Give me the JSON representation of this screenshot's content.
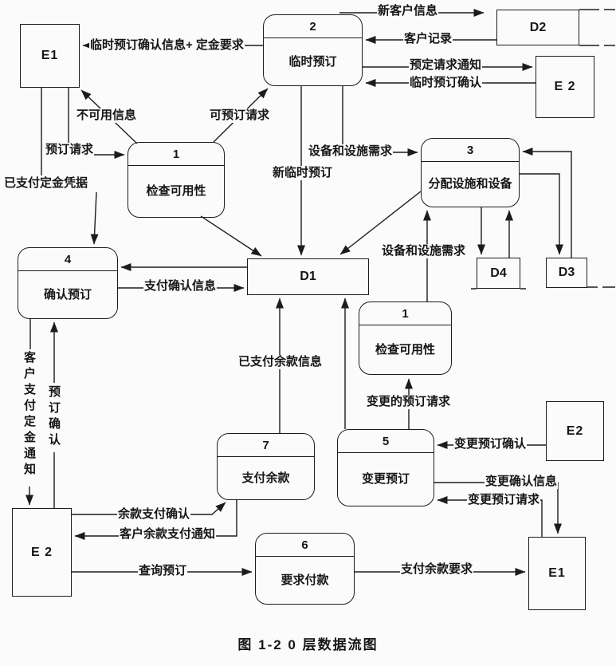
{
  "caption": "图 1-2  0 层数据流图",
  "colors": {
    "line": "#1c1c1c",
    "background": "#fbfbfb",
    "text": "#161616"
  },
  "processes": {
    "p1a": {
      "number": "1",
      "label": "检查可用性"
    },
    "p1b": {
      "number": "1",
      "label": "检查可用性"
    },
    "p2": {
      "number": "2",
      "label": "临时预订"
    },
    "p3": {
      "number": "3",
      "label": "分配设施和设备"
    },
    "p4": {
      "number": "4",
      "label": "确认预订"
    },
    "p5": {
      "number": "5",
      "label": "变更预订"
    },
    "p6": {
      "number": "6",
      "label": "要求付款"
    },
    "p7": {
      "number": "7",
      "label": "支付余款"
    }
  },
  "external_entities": {
    "e1_top": {
      "label": "E1"
    },
    "e2_top": {
      "label": "E 2"
    },
    "e2_bottom_left": {
      "label": "E 2"
    },
    "e2_bottom_right": {
      "label": "E2"
    },
    "e1_bottom_right": {
      "label": "E1"
    }
  },
  "data_stores": {
    "d1": {
      "label": "D1"
    },
    "d2": {
      "label": "D2"
    },
    "d3": {
      "label": "D3"
    },
    "d4": {
      "label": "D4"
    }
  },
  "flow_labels": {
    "temp_booking_confirm_deposit": "临时预订确认信息+ 定金要求",
    "booking_request": "预订请求",
    "paid_deposit_receipt": "已支付定金凭据",
    "unavailable_info": "不可用信息",
    "bookable_request": "可预订请求",
    "new_customer_info": "新客户信息",
    "customer_record": "客户记录",
    "booking_request_notice": "预定请求通知",
    "temp_booking_confirm": "临时预订确认",
    "equipment_facility_req_top": "设备和设施需求",
    "new_temp_booking": "新临时预订",
    "equipment_facility_req_mid": "设备和设施需求",
    "payment_confirm_info": "支付确认信息",
    "customer_pay_deposit_notice": "客户支付定金通知",
    "booking_confirm": "预订确认",
    "paid_balance_info": "已支付余款信息",
    "changed_booking_request": "变更的预订请求",
    "change_booking_confirm": "变更预订确认",
    "change_confirm_info": "变更确认信息",
    "change_booking_request": "变更预订请求",
    "balance_payment_confirm": "余款支付确认",
    "customer_balance_payment_notice": "客户余款支付通知",
    "query_booking": "查询预订",
    "pay_balance_request": "支付余款要求"
  }
}
